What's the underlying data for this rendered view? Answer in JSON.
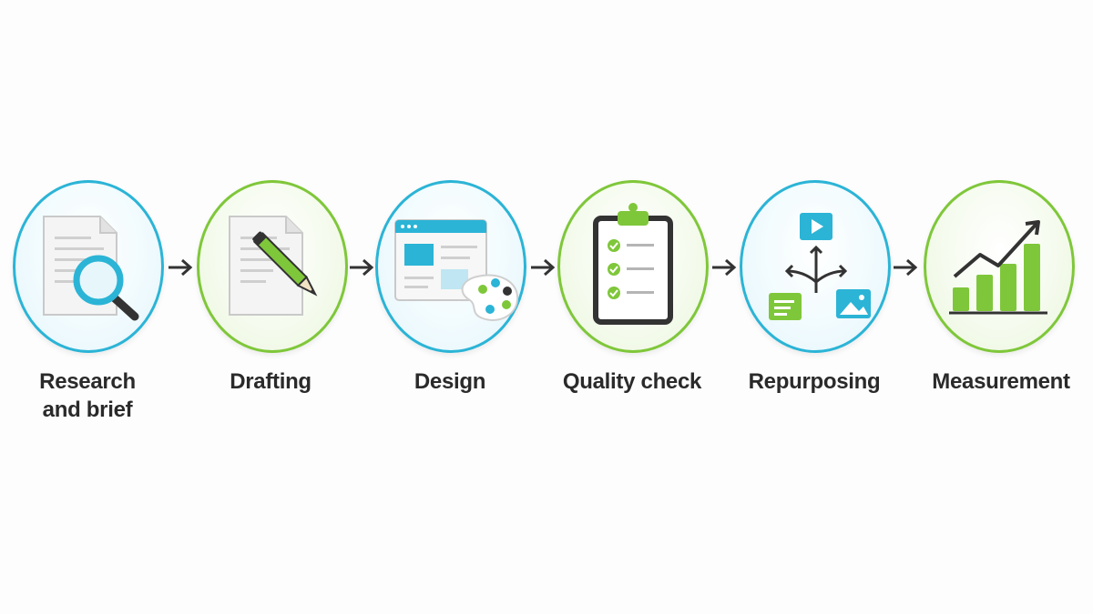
{
  "steps": [
    {
      "label_line1": "Research",
      "label_line2": "and brief",
      "icon": "magnifier-document-icon",
      "ring_color": "#2bb4d6"
    },
    {
      "label_line1": "Drafting",
      "label_line2": "",
      "icon": "pencil-document-icon",
      "ring_color": "#7fc73a"
    },
    {
      "label_line1": "Design",
      "label_line2": "",
      "icon": "palette-layout-icon",
      "ring_color": "#2bb4d6"
    },
    {
      "label_line1": "Quality check",
      "label_line2": "",
      "icon": "clipboard-checklist-icon",
      "ring_color": "#7fc73a"
    },
    {
      "label_line1": "Repurposing",
      "label_line2": "",
      "icon": "branching-media-icon",
      "ring_color": "#2bb4d6"
    },
    {
      "label_line1": "Measurement",
      "label_line2": "",
      "icon": "growth-bar-chart-icon",
      "ring_color": "#7fc73a"
    }
  ],
  "colors": {
    "blue": "#2bb4d6",
    "green": "#7fc73a",
    "dark": "#333333",
    "text": "#2a2a2a"
  }
}
